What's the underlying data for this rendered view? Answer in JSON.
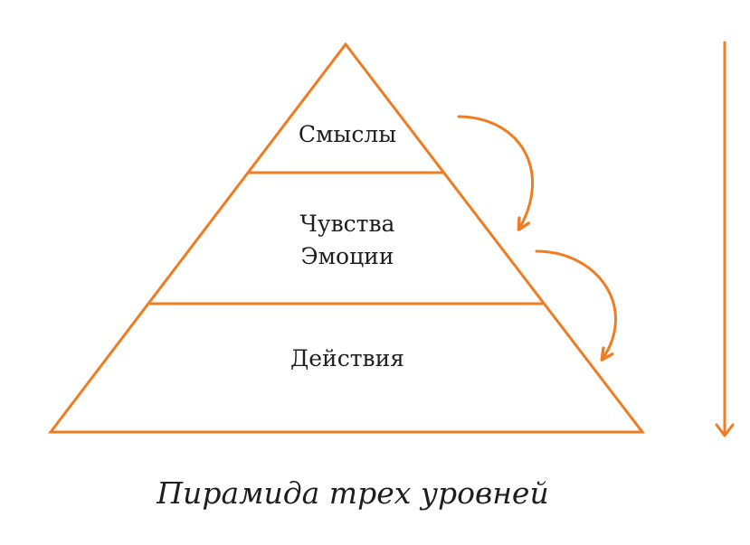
{
  "diagram": {
    "levels": [
      {
        "lines": [
          "Смыслы"
        ]
      },
      {
        "lines": [
          "Чувства",
          "Эмоции"
        ]
      },
      {
        "lines": [
          "Действия"
        ]
      }
    ],
    "caption": "Пирамида трех уровней",
    "accent_color": "#f07c22",
    "text_color": "#1e1e1e"
  }
}
